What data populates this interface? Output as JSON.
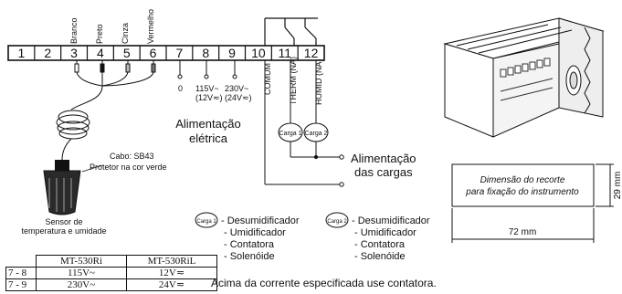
{
  "terminals": [
    "1",
    "2",
    "3",
    "4",
    "5",
    "6",
    "7",
    "8",
    "9",
    "10",
    "11",
    "12"
  ],
  "wire_colors": [
    "Branco",
    "Preto",
    "Cinza",
    "Vermelho"
  ],
  "supply_labels": {
    "t7": "0",
    "t8_line1": "115V~",
    "t8_line2": "(12V≂)",
    "t9_line1": "230V~",
    "t9_line2": "(24V≂)"
  },
  "vertical_labels": {
    "comum": "COMUM",
    "therm": "THERM (NA)",
    "humid": "HUMID (NA)"
  },
  "loads": {
    "carga1": "Carga 1",
    "carga2": "Carga 2"
  },
  "texts": {
    "alimentacao_eletrica_1": "Alimentação",
    "alimentacao_eletrica_2": "elétrica",
    "alimentacao_cargas_1": "Alimentação",
    "alimentacao_cargas_2": "das cargas",
    "cabo_1": "Cabo: SB43",
    "cabo_2": "Protetor na cor verde",
    "sensor_1": "Sensor de",
    "sensor_2": "temperatura e umidade",
    "footer_note": "Acima da corrente especificada use contatora."
  },
  "legend1": {
    "badge": "Carga 1",
    "items": [
      "- Desumidificador",
      "- Umidificador",
      "- Contatora",
      "- Solenóide"
    ]
  },
  "legend2": {
    "badge": "Carga 2",
    "items": [
      "- Desumidificador",
      "- Umidificador",
      "- Contatora",
      "- Solenóide"
    ]
  },
  "cutout": {
    "line1": "Dimensão do recorte",
    "line2": "para fixação do instrumento",
    "width": "72 mm",
    "height": "29 mm"
  },
  "model_table": {
    "headers": [
      "MT-530Ri",
      "MT-530RiL"
    ],
    "rows": [
      {
        "terminals": "7 - 8",
        "ri": "115V~",
        "ril": "12V≂"
      },
      {
        "terminals": "7 - 9",
        "ri": "230V~",
        "ril": "24V≂"
      }
    ]
  }
}
